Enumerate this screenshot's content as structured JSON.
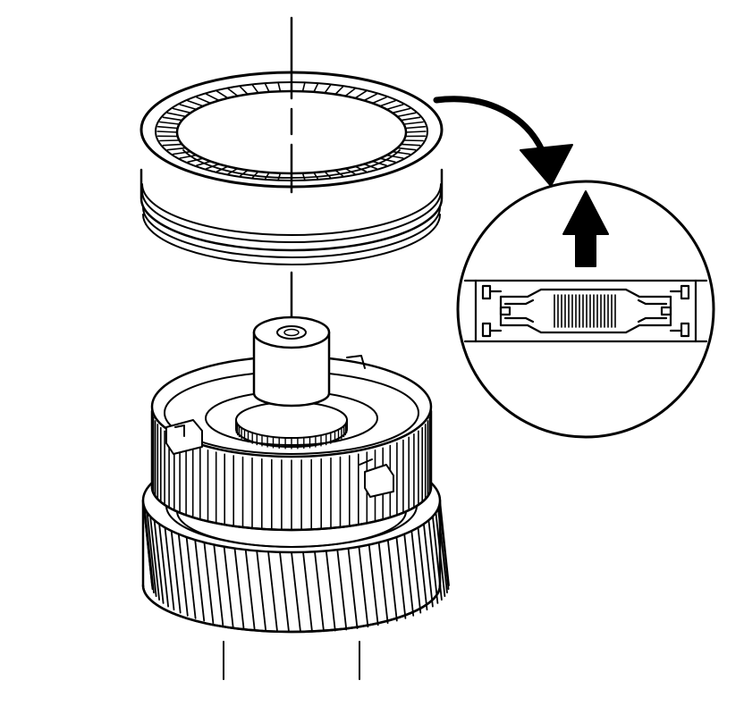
{
  "figure": {
    "kind": "exploded assembly line drawing",
    "components": [
      "synchronizer-sleeve",
      "detail-callout-circle",
      "callout-arrow",
      "direction-arrow-up",
      "shaft-hub",
      "synchronizer-hub-assembly",
      "helical-gear",
      "centerline-axis"
    ],
    "colors": {
      "ink": "#000000",
      "paper": "#ffffff"
    }
  }
}
